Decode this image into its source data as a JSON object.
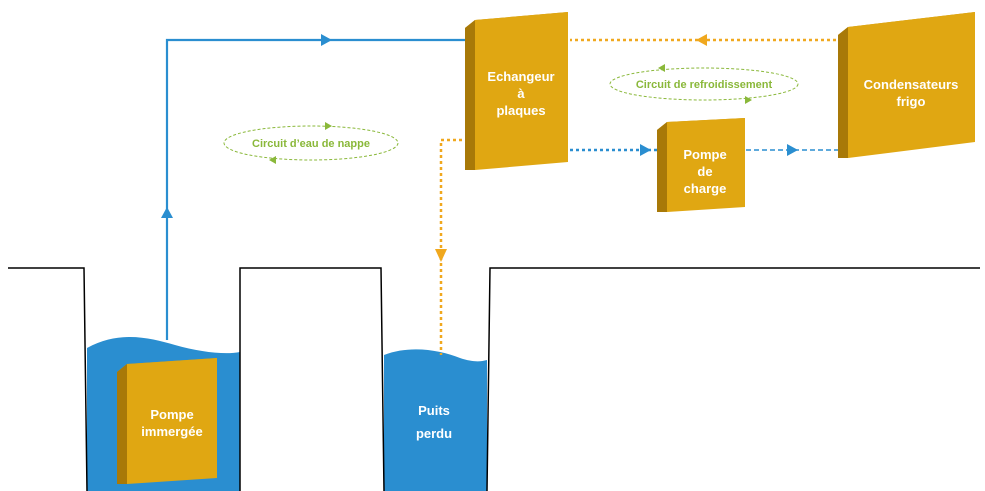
{
  "colors": {
    "water": "#2a8ed0",
    "pipe_blue": "#2a8ed0",
    "pipe_orange": "#f0a81e",
    "box_front": "#e0a712",
    "box_side": "#a87908",
    "box_top": "#c99410",
    "circuit_green": "#8ab83a",
    "ground_line": "#000000"
  },
  "components": {
    "echangeur": {
      "line1": "Echangeur",
      "line2": "à",
      "line3": "plaques"
    },
    "condensateurs": {
      "line1": "Condensateurs",
      "line2": "frigo"
    },
    "pompe_charge": {
      "line1": "Pompe",
      "line2": "de",
      "line3": "charge"
    },
    "pompe_immergee": {
      "line1": "Pompe",
      "line2": "immergée"
    },
    "puits_perdu": {
      "line1": "Puits",
      "line2": "perdu"
    }
  },
  "circuits": {
    "nappe": "Circuit d’eau de nappe",
    "refroidissement": "Circuit de refroidissement"
  }
}
